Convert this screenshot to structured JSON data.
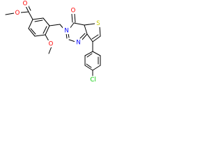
{
  "molecule": {
    "atoms": {
      "ester_o_methyl": {
        "label": "O",
        "color": "#ff0000"
      },
      "ester_o_carbonyl": {
        "label": "O",
        "color": "#ff0000"
      },
      "ring_o_carbonyl": {
        "label": "O",
        "color": "#ff0000"
      },
      "methoxy_o": {
        "label": "O",
        "color": "#ff0000"
      },
      "n3": {
        "label": "N",
        "color": "#0000ff"
      },
      "n1": {
        "label": "N",
        "color": "#0000ff"
      },
      "s": {
        "label": "S",
        "color": "#cccc00"
      },
      "cl": {
        "label": "Cl",
        "color": "#00cc00"
      }
    }
  }
}
